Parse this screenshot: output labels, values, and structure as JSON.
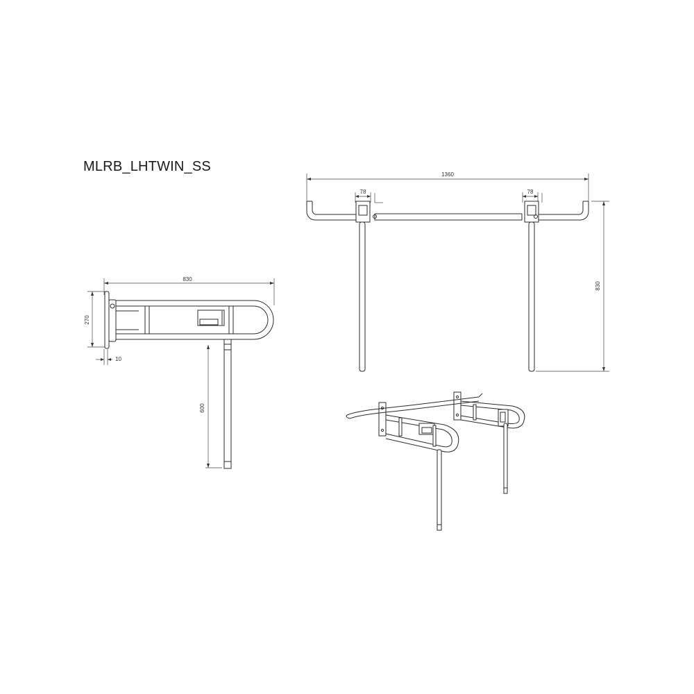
{
  "title": "MLRB_LHTWIN_SS",
  "side_view": {
    "width_label": "830",
    "height_label": "270",
    "offset_label": "10",
    "leg_label": "600"
  },
  "front_view": {
    "span_label": "1360",
    "left_bracket_label": "78",
    "right_bracket_label": "78",
    "height_label": "830"
  },
  "colors": {
    "line": "#2a2a2a",
    "background": "#ffffff"
  }
}
